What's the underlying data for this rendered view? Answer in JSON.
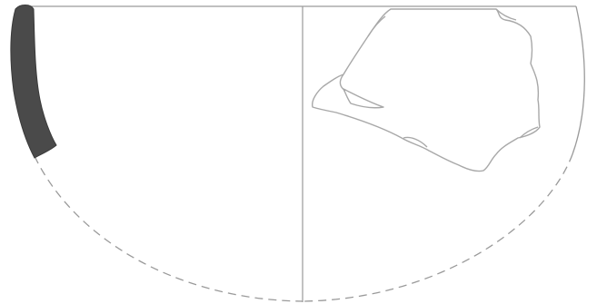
{
  "figure": {
    "type": "pottery-profile-drawing",
    "colors": {
      "section": "#4a4a4a",
      "lines": "#9a9a9a",
      "background": "#ffffff"
    },
    "elements": [
      "rim-line",
      "center-axis",
      "wall-section",
      "reconstructed-profile",
      "exterior-outer-profile",
      "sherd-fragment"
    ]
  }
}
